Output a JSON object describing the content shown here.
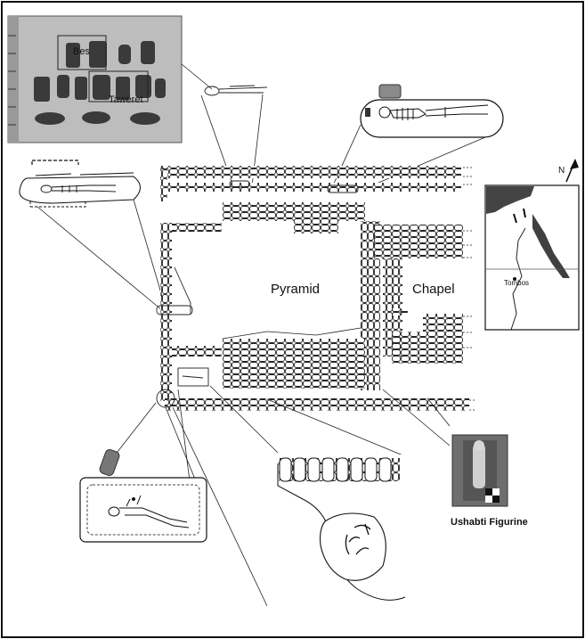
{
  "labels": {
    "pyramid": "Pyramid",
    "chapel": "Chapel",
    "ushabti": "Ushabti Figurine",
    "bes": "Bes",
    "taweret": "Taweret",
    "tombos": "Tombos",
    "north": "N"
  },
  "colors": {
    "ink": "#111111",
    "photo_bg": "#b9b9b9",
    "paper": "#ffffff",
    "sea": "#404040"
  },
  "icons": {
    "north_arrow": "north-arrow-icon",
    "scale_bar": "scale-bar-icon"
  }
}
